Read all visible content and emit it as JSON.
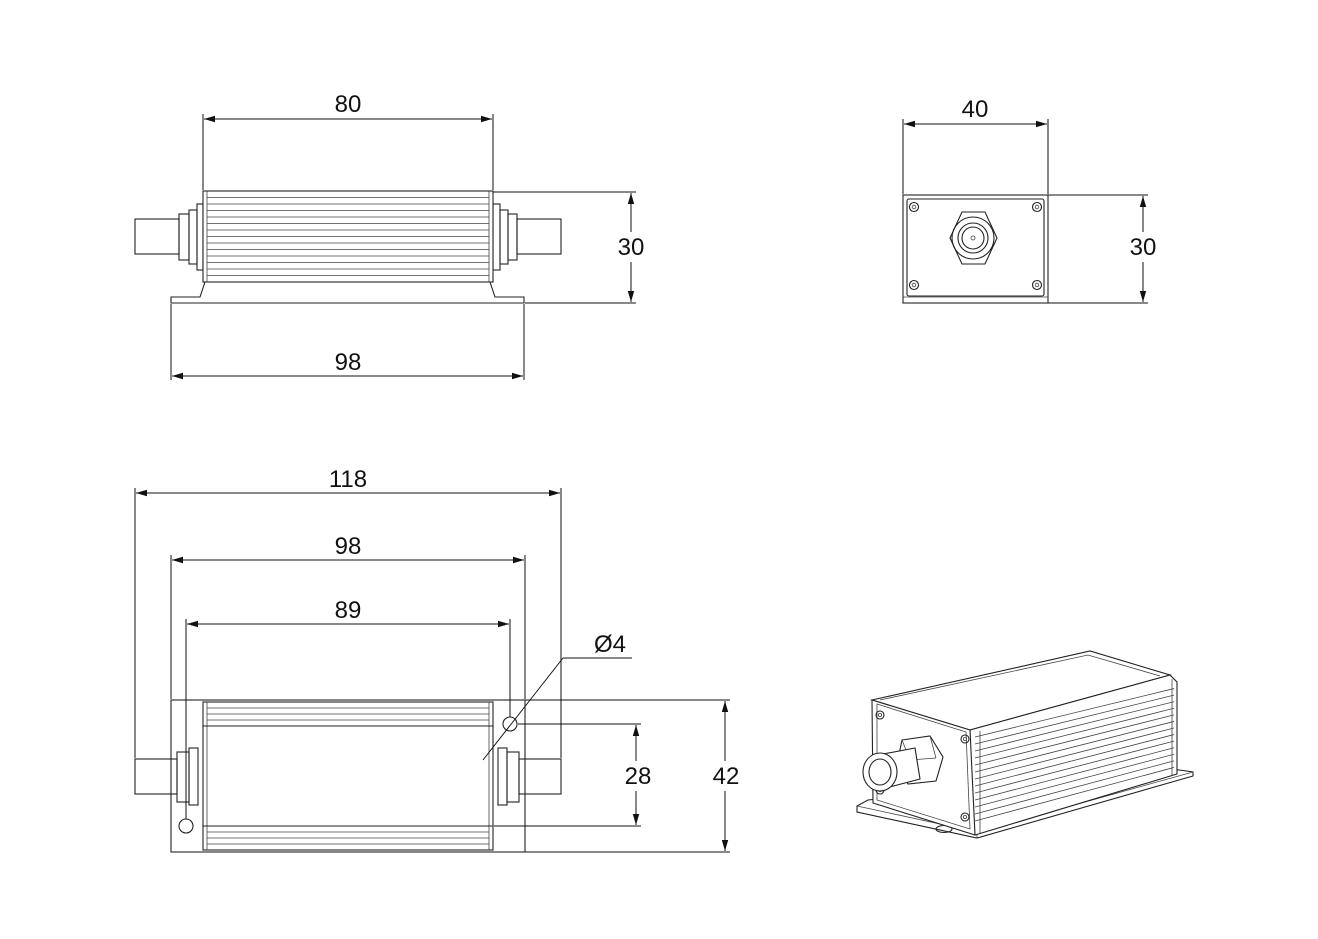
{
  "dimensions": {
    "side_body_length": "80",
    "side_height": "30",
    "side_base_length": "98",
    "end_width": "40",
    "end_height": "30",
    "top_overall_length": "118",
    "top_base_length": "98",
    "top_hole_spacing": "89",
    "hole_diameter": "Ø4",
    "top_hole_offset": "28",
    "top_width": "42"
  },
  "colors": {
    "line": "#222222",
    "background": "#ffffff"
  }
}
